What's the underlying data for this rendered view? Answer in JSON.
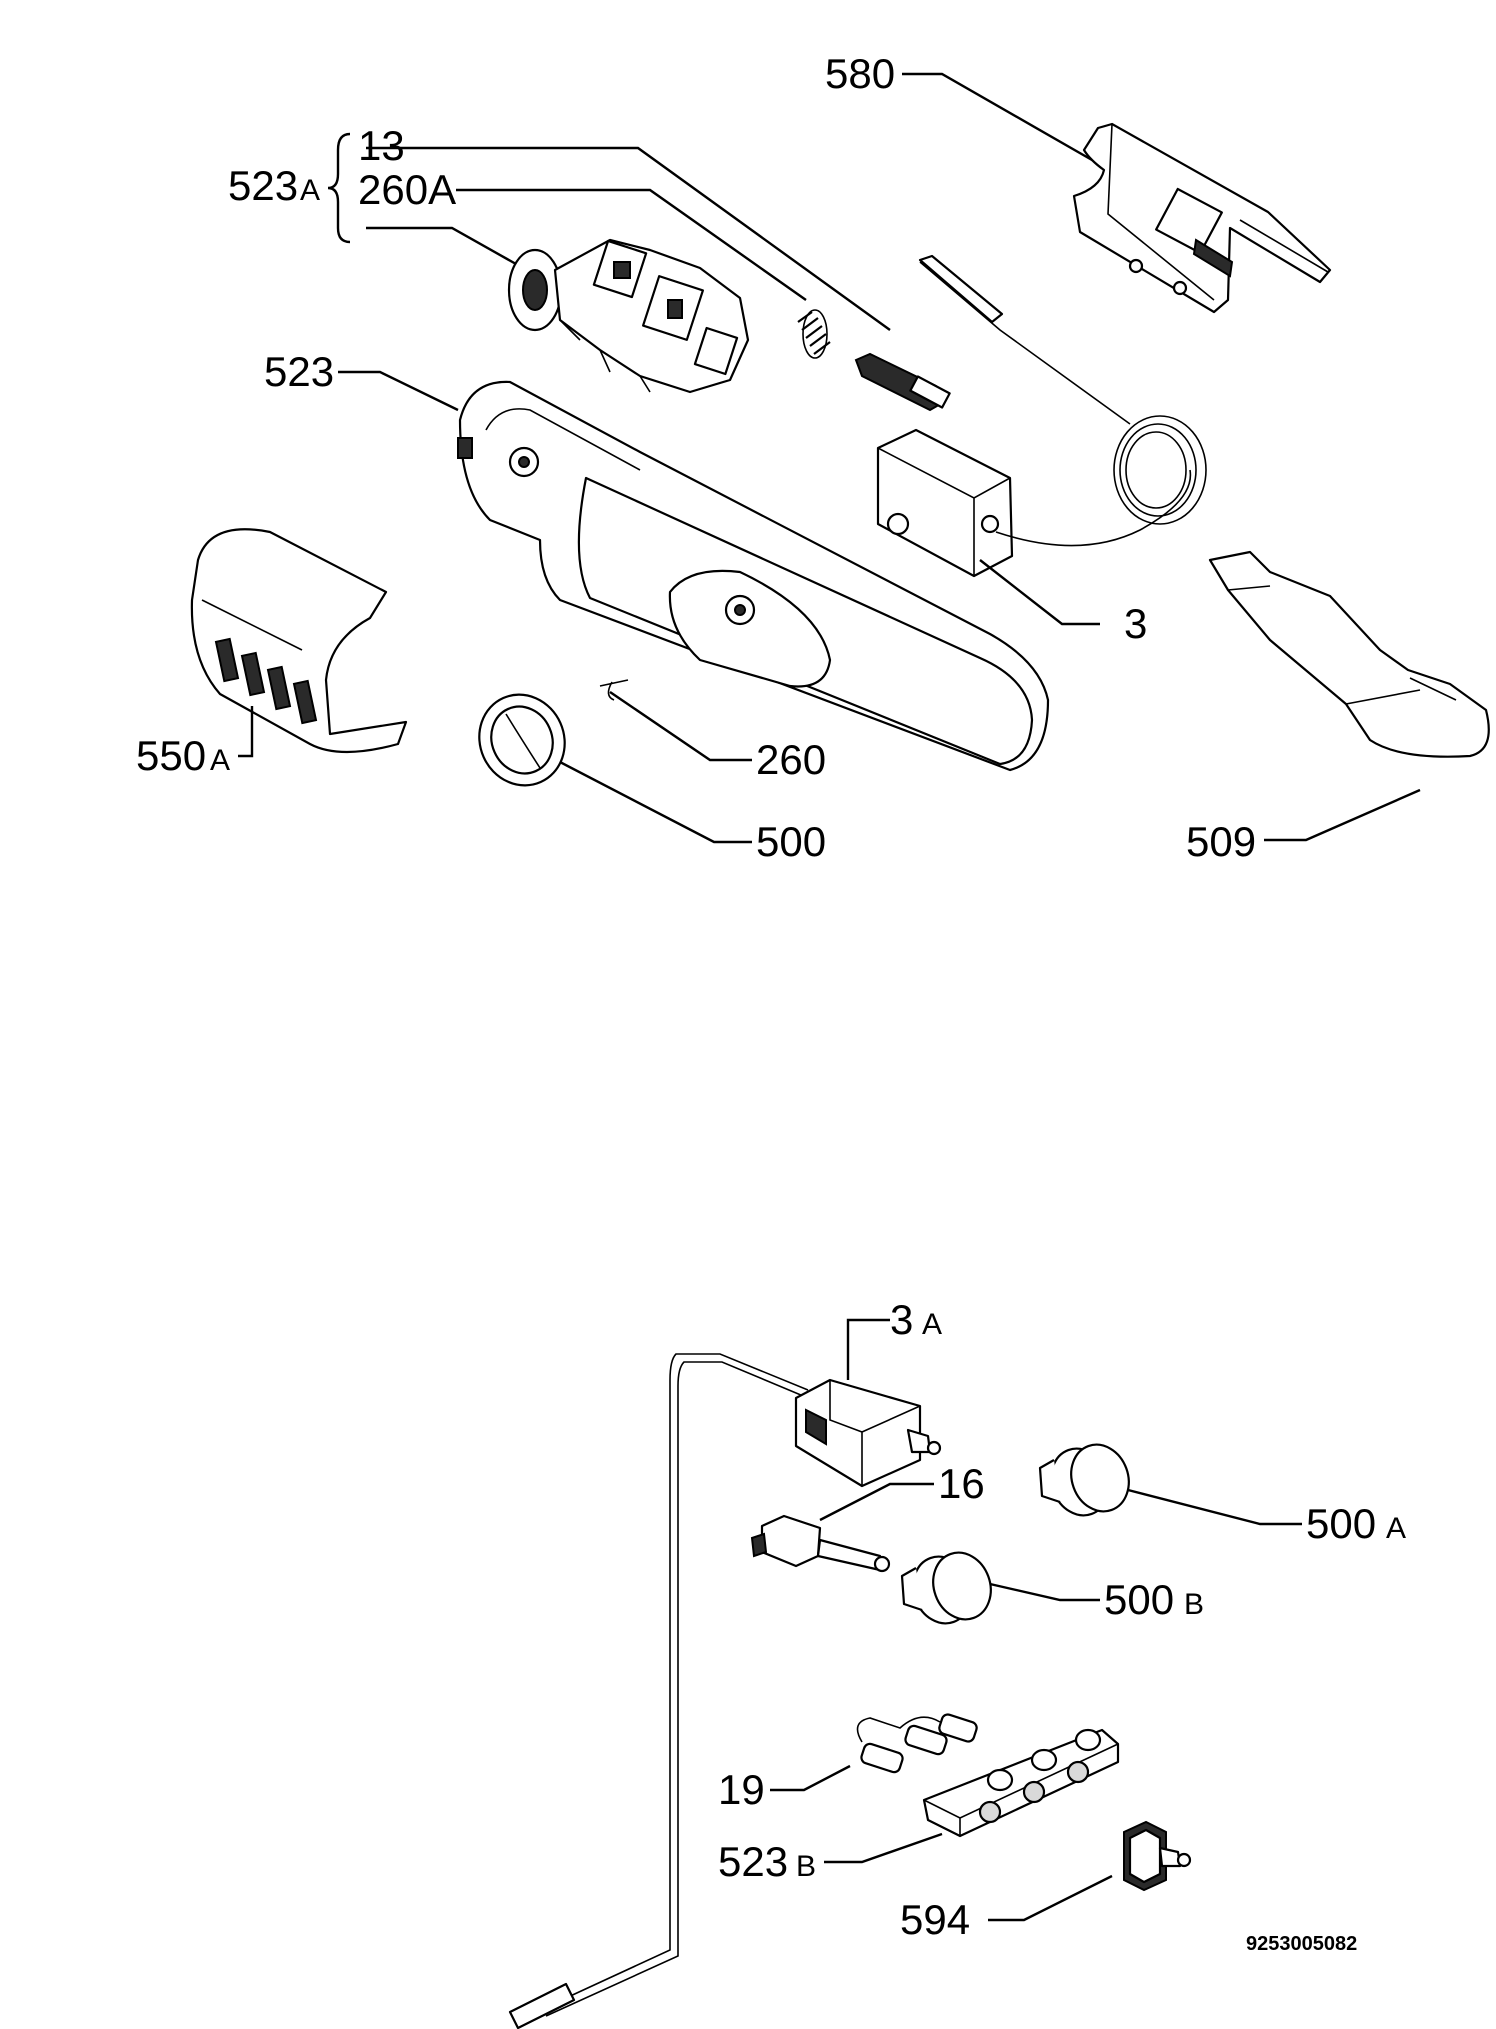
{
  "callouts": {
    "c580": "580",
    "c13": "13",
    "c523A": "523",
    "c523A_suffix": "A",
    "c260A": "260A",
    "c523": "523",
    "c3": "3",
    "c550A": "550",
    "c550A_suffix": "A",
    "c260": "260",
    "c500": "500",
    "c509": "509",
    "c3A": "3",
    "c3A_suffix": "A",
    "c16": "16",
    "c500A": "500",
    "c500A_suffix": "A",
    "c500B": "500",
    "c500B_suffix": "B",
    "c19": "19",
    "c523B": "523",
    "c523B_suffix": "B",
    "c594": "594"
  },
  "drawing_code": "9253005082",
  "icons": {
    "bracket": "curly-brace-icon"
  }
}
